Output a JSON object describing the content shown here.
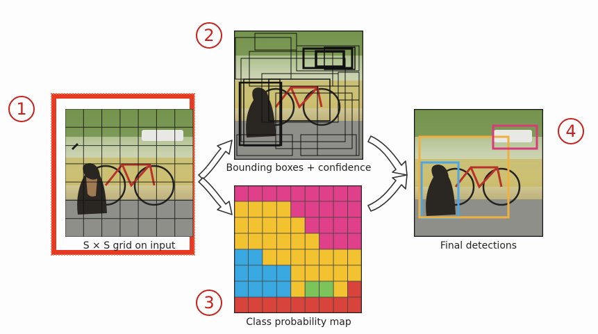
{
  "steps": [
    {
      "number": "1"
    },
    {
      "number": "2"
    },
    {
      "number": "3"
    },
    {
      "number": "4"
    }
  ],
  "labels": {
    "grid_input": "S × S grid on input",
    "bounding_boxes": "Bounding boxes + confidence",
    "class_map": "Class probability map",
    "final": "Final detections"
  },
  "colors": {
    "highlight": "#e63a22",
    "step_number": "#c8201a",
    "class_pink": "#e0408a",
    "class_yellow": "#f2c230",
    "class_blue": "#3aa8e0",
    "class_green": "#7cc35a",
    "class_red": "#d8433c",
    "box_blue": "#4aa6e8",
    "box_orange": "#f0b040",
    "box_pink": "#d83a7a"
  },
  "class_map_grid": [
    [
      "pink",
      "pink",
      "pink",
      "pink",
      "pink",
      "pink",
      "pink",
      "pink",
      "pink"
    ],
    [
      "yellow",
      "yellow",
      "yellow",
      "yellow",
      "pink",
      "pink",
      "pink",
      "pink",
      "pink"
    ],
    [
      "yellow",
      "yellow",
      "yellow",
      "yellow",
      "yellow",
      "pink",
      "pink",
      "pink",
      "pink"
    ],
    [
      "yellow",
      "yellow",
      "yellow",
      "yellow",
      "yellow",
      "yellow",
      "pink",
      "pink",
      "pink"
    ],
    [
      "blue",
      "blue",
      "yellow",
      "yellow",
      "yellow",
      "yellow",
      "yellow",
      "yellow",
      "yellow"
    ],
    [
      "blue",
      "blue",
      "blue",
      "blue",
      "yellow",
      "yellow",
      "yellow",
      "yellow",
      "yellow"
    ],
    [
      "blue",
      "blue",
      "blue",
      "blue",
      "yellow",
      "green",
      "green",
      "yellow",
      "red"
    ],
    [
      "red",
      "red",
      "red",
      "red",
      "red",
      "red",
      "red",
      "red",
      "red"
    ]
  ]
}
